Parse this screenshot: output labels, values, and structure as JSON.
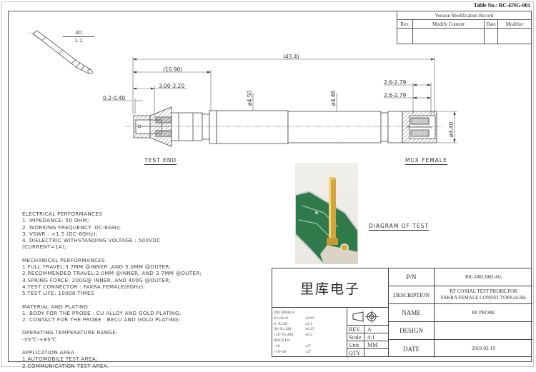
{
  "header": {
    "table_no": "Table No.: RC-ENG-001"
  },
  "version_record": {
    "title": "Version Modification Record",
    "columns": [
      "Rev.",
      "Modify Content",
      "Date",
      "Modifier"
    ],
    "rows": [
      [
        "",
        "",
        "",
        ""
      ]
    ]
  },
  "view_3d": {
    "label": "3D",
    "scale": "1:1"
  },
  "dimensions": {
    "overall_length": "(43.4)",
    "test_end_length": "(10.90)",
    "tip_length": "3.00-3.20",
    "tip_offset": "0.2-0.40",
    "diameter_body_1": "ø4.50",
    "diameter_body_2": "ø4.46",
    "diameter_mcx": "ø4.40",
    "mcx_depth_1": "2.6-2.79",
    "mcx_depth_2": "2.6-2.79"
  },
  "labels": {
    "test_end": "TEST END",
    "mcx_female": "MCX FEMALE",
    "diagram_of_test": "DIAGRAM OF TEST"
  },
  "notes": {
    "electrical": {
      "title": "ELECTRICAL PERFORMANCES",
      "items": [
        "1. IMPEDANCE: 50 OHM;",
        "2. WORKING FREQUENCY: DC-8GHz;",
        "3. VSWR : <1.5 (DC-6GHz);",
        "4. DIELECTRIC WITHSTANDING VOLTAGE : 500VDC",
        "(CURRENT=1A);"
      ]
    },
    "mechanical": {
      "title": "MECHANICAL PERFORMANCES",
      "items": [
        "1.FULL TRAVEL:3.7MM @INNER ,AND 5.0MM @OUTER;",
        "2.RECOMMENDED TRAVEL:2.0MM @INNER, AND 3.7MM @OUTER;",
        "3.SPRING FORCE: 200G@ INNER, AND 400G @OUTER;",
        "4.TEST CONNECTOR : FAKRA FEMALE(6GHz);",
        "5.TEST LIFE: 10000 TIMES"
      ]
    },
    "material": {
      "title": "MATERIAL AND PLATING",
      "items": [
        "1. BODY FOR THE PROBE : CU ALLOY AND GOLD PLATING;",
        "2. CONTACT FOR THE PROBE : BECU AND GOLD PLATING;"
      ]
    },
    "temperature": {
      "title": "OPERATING TEMPERATURE RANGE:",
      "items": [
        "-55℃-+85℃"
      ]
    },
    "application": {
      "title": "APPLICATION AREA",
      "items": [
        "1.AUTOMOBILE TEST AREA;",
        "2.COMMUNICATION TEST AREA."
      ]
    }
  },
  "title_block": {
    "company": "里库电子",
    "tolerances": {
      "title": "DECIMALS:",
      "decimals": [
        [
          "0.5≤X≤6",
          "±0.05"
        ],
        [
          "6<X≤30",
          "±0.1"
        ],
        [
          "30<X≤120",
          "±0.15"
        ],
        [
          "120<X≤400",
          "±0.2"
        ]
      ],
      "angles_title": "ANGLES:",
      "angles": [
        [
          "~10",
          "±3°"
        ],
        [
          ">10~50",
          "±2°"
        ]
      ]
    },
    "projection_symbol": "first-angle-projection-icon",
    "rev_label": "REV.",
    "rev_value": "A",
    "scale_label": "Scale",
    "scale_value": "4:1",
    "unit_label": "Unit",
    "unit_value": "MM",
    "qty_label": "QTY",
    "qty_value": "",
    "pn_label": "P/N",
    "pn_value": "RK-50013001-6G",
    "description_label": "DESCRIPTION",
    "description_line1": "RF COXIAL TEST PROBE,FOR",
    "description_line2": "FAKRA FEMALE CONNECTORS,6GHz",
    "name_label": "NAME",
    "name_value": "RF PROBE",
    "design_label": "DESIGN",
    "design_value": "",
    "date_label": "DATE",
    "date_value": "2019-02-19"
  },
  "colors": {
    "line": "#444444",
    "hatch": "#555555",
    "gold": "#d4a63a",
    "pcb_green": "#2f7a4a"
  }
}
